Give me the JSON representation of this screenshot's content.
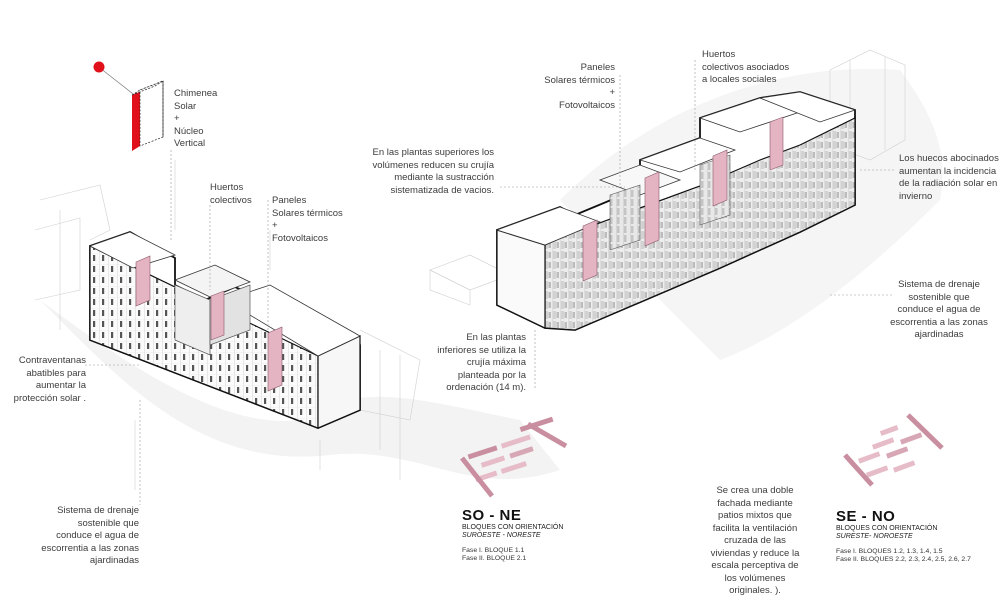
{
  "labels": {
    "chimenea": "Chimenea\nSolar\n+\nNúcleo\nVertical",
    "huertos_left": "Huertos\ncolectivos",
    "paneles_left": "Paneles\nSolares térmicos\n+\nFotovoltaicos",
    "contraventanas": "Contraventanas\nabatibles para\naumentar la\nprotección solar .",
    "drenaje_left": "Sistema de drenaje\nsostenible que\nconduce el agua de\nescorrentia a las zonas\najardinadas",
    "plantas_superiores": "En las plantas superiores los\nvolúmenes reducen su crujía\nmediante la sustracción\nsistematizada de vacios.",
    "paneles_right": "Paneles\nSolares térmicos\n+\nFotovoltaicos",
    "huertos_right": "Huertos\ncolectivos asociados\na locales sociales",
    "huecos": "Los huecos abocinados\naumentan la incidencia\nde la radiación solar en\ninvierno",
    "drenaje_right": "Sistema de drenaje\nsostenible que\nconduce el agua de\nescorrentia a las zonas\najardinadas",
    "plantas_inferiores": "En las plantas\ninferiores se utiliza la\ncrujía máxima\nplanteada por la\nordenación (14 m).",
    "doble_fachada": "Se crea una doble\nfachada mediante\npatios mixtos que\nfacilita la ventilación\ncruzada de las\nviviendas y reduce la\nescala perceptiva de\nlos volúmenes\noriginales. )."
  },
  "legend_left": {
    "title": "SO - NE",
    "subtitle": "BLOQUES CON ORIENTACIÓN",
    "orientation": "SUROESTE - NORESTE",
    "phase1": "Fase I. BLOQUE 1.1",
    "phase2": "Fase II. BLOQUE 2.1"
  },
  "legend_right": {
    "title": "SE - NO",
    "subtitle": "BLOQUES CON ORIENTACIÓN",
    "orientation": "SURESTE- NOROESTE",
    "phase1": "Fase I. BLOQUES 1.2, 1.3, 1.4, 1.5",
    "phase2": "Fase II. BLOQUES 2.2, 2.3, 2.4, 2.5, 2.6, 2.7"
  },
  "colors": {
    "accent_red": "#e0111a",
    "pink": "#e4b4c2",
    "pink_dark": "#c9899c",
    "outline": "#111111",
    "ghost": "#c8c8c8"
  }
}
